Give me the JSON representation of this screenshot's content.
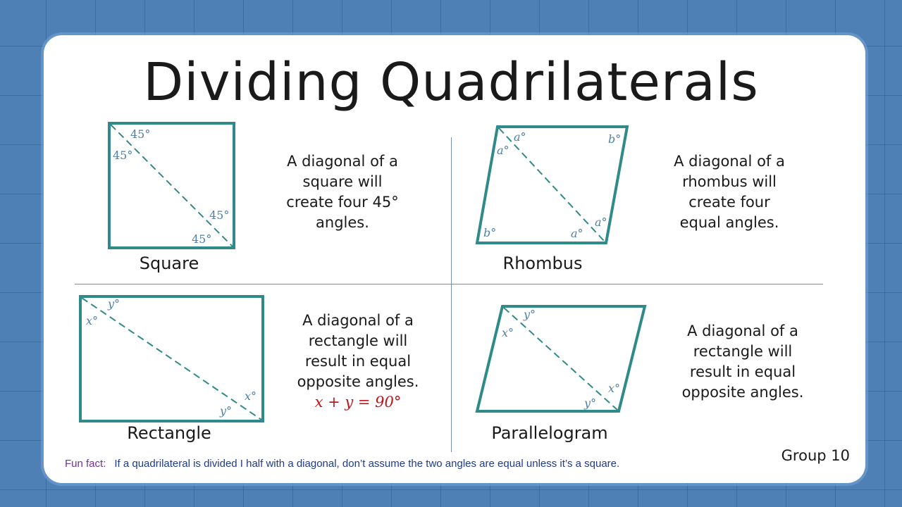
{
  "title": "Dividing Quadrilaterals",
  "shapes": {
    "square": {
      "name": "Square",
      "description": [
        "A diagonal of a",
        "square will",
        "create four 45°",
        "angles."
      ],
      "angle_label": "45°"
    },
    "rhombus": {
      "name": "Rhombus",
      "description": [
        "A diagonal of a",
        "rhombus will",
        "create four",
        "equal angles."
      ],
      "angle_a": "a°",
      "angle_b": "b°"
    },
    "rectangle": {
      "name": "Rectangle",
      "description": [
        "A diagonal of a",
        "rectangle will",
        "result in equal",
        "opposite angles."
      ],
      "formula": "x + y = 90°",
      "angle_x": "x°",
      "angle_y": "y°"
    },
    "parallelogram": {
      "name": "Parallelogram",
      "description": [
        "A diagonal of a",
        "rectangle will",
        "result in equal",
        "opposite angles."
      ],
      "angle_x": "x°",
      "angle_y": "y°"
    }
  },
  "fun_fact": {
    "label": "Fun fact:",
    "text": "If a quadrilateral is divided  I half with a diagonal, don’t assume the two angles are equal unless it’s a square."
  },
  "group": "Group 10",
  "colors": {
    "background": "#4e7fb5",
    "shape_stroke": "#2f8a8a",
    "angle_label": "#4f7fa6",
    "formula": "#c0141c",
    "fun_fact_label": "#7030a0",
    "fun_fact_text": "#1f3b8c"
  }
}
